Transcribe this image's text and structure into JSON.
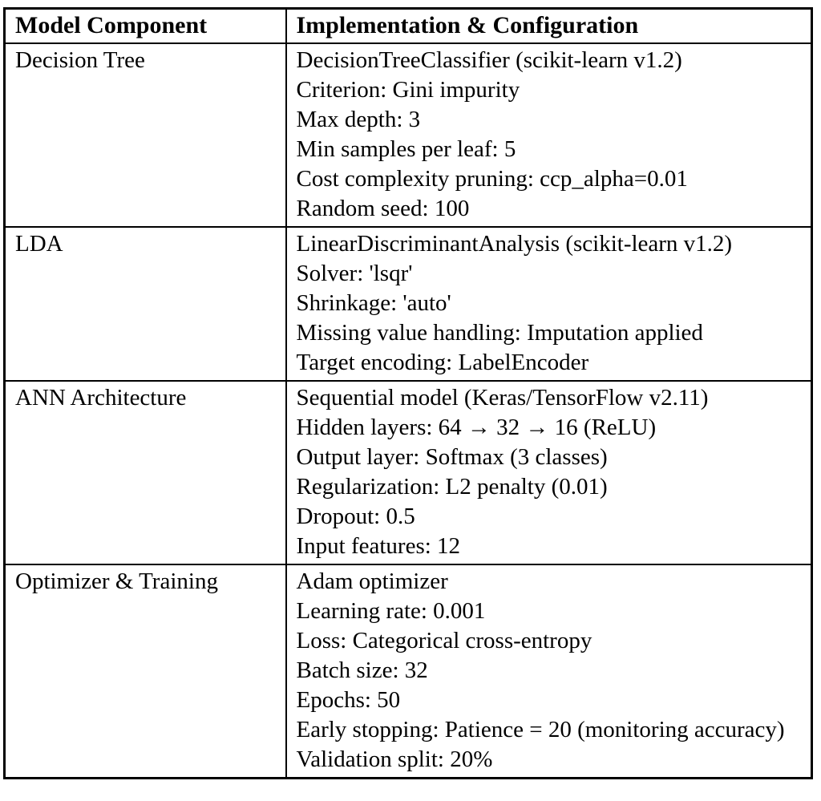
{
  "table": {
    "columns": {
      "component": "Model Component",
      "implementation": "Implementation & Configuration"
    },
    "rows": [
      {
        "component": "Decision Tree",
        "details": [
          "DecisionTreeClassifier (scikit-learn v1.2)",
          "Criterion: Gini impurity",
          "Max depth: 3",
          "Min samples per leaf: 5",
          "Cost complexity pruning: ccp_alpha=0.01",
          "Random seed: 100"
        ]
      },
      {
        "component": "LDA",
        "details": [
          "LinearDiscriminantAnalysis (scikit-learn v1.2)",
          "Solver: 'lsqr'",
          "Shrinkage: 'auto'",
          "Missing value handling: Imputation applied",
          "Target encoding: LabelEncoder"
        ]
      },
      {
        "component": "ANN Architecture",
        "details": [
          "Sequential model (Keras/TensorFlow v2.11)",
          "Hidden layers: 64 → 32 → 16 (ReLU)",
          "Output layer: Softmax (3 classes)",
          "Regularization: L2 penalty (0.01)",
          "Dropout: 0.5",
          "Input features: 12"
        ]
      },
      {
        "component": "Optimizer & Training",
        "details": [
          "Adam optimizer",
          "Learning rate: 0.001",
          "Loss: Categorical cross-entropy",
          "Batch size: 32",
          "Epochs: 50",
          "Early stopping: Patience = 20 (monitoring accuracy)",
          "Validation split: 20%"
        ]
      }
    ],
    "colors": {
      "border": "#000000",
      "text": "#000000",
      "background": "#ffffff"
    }
  }
}
